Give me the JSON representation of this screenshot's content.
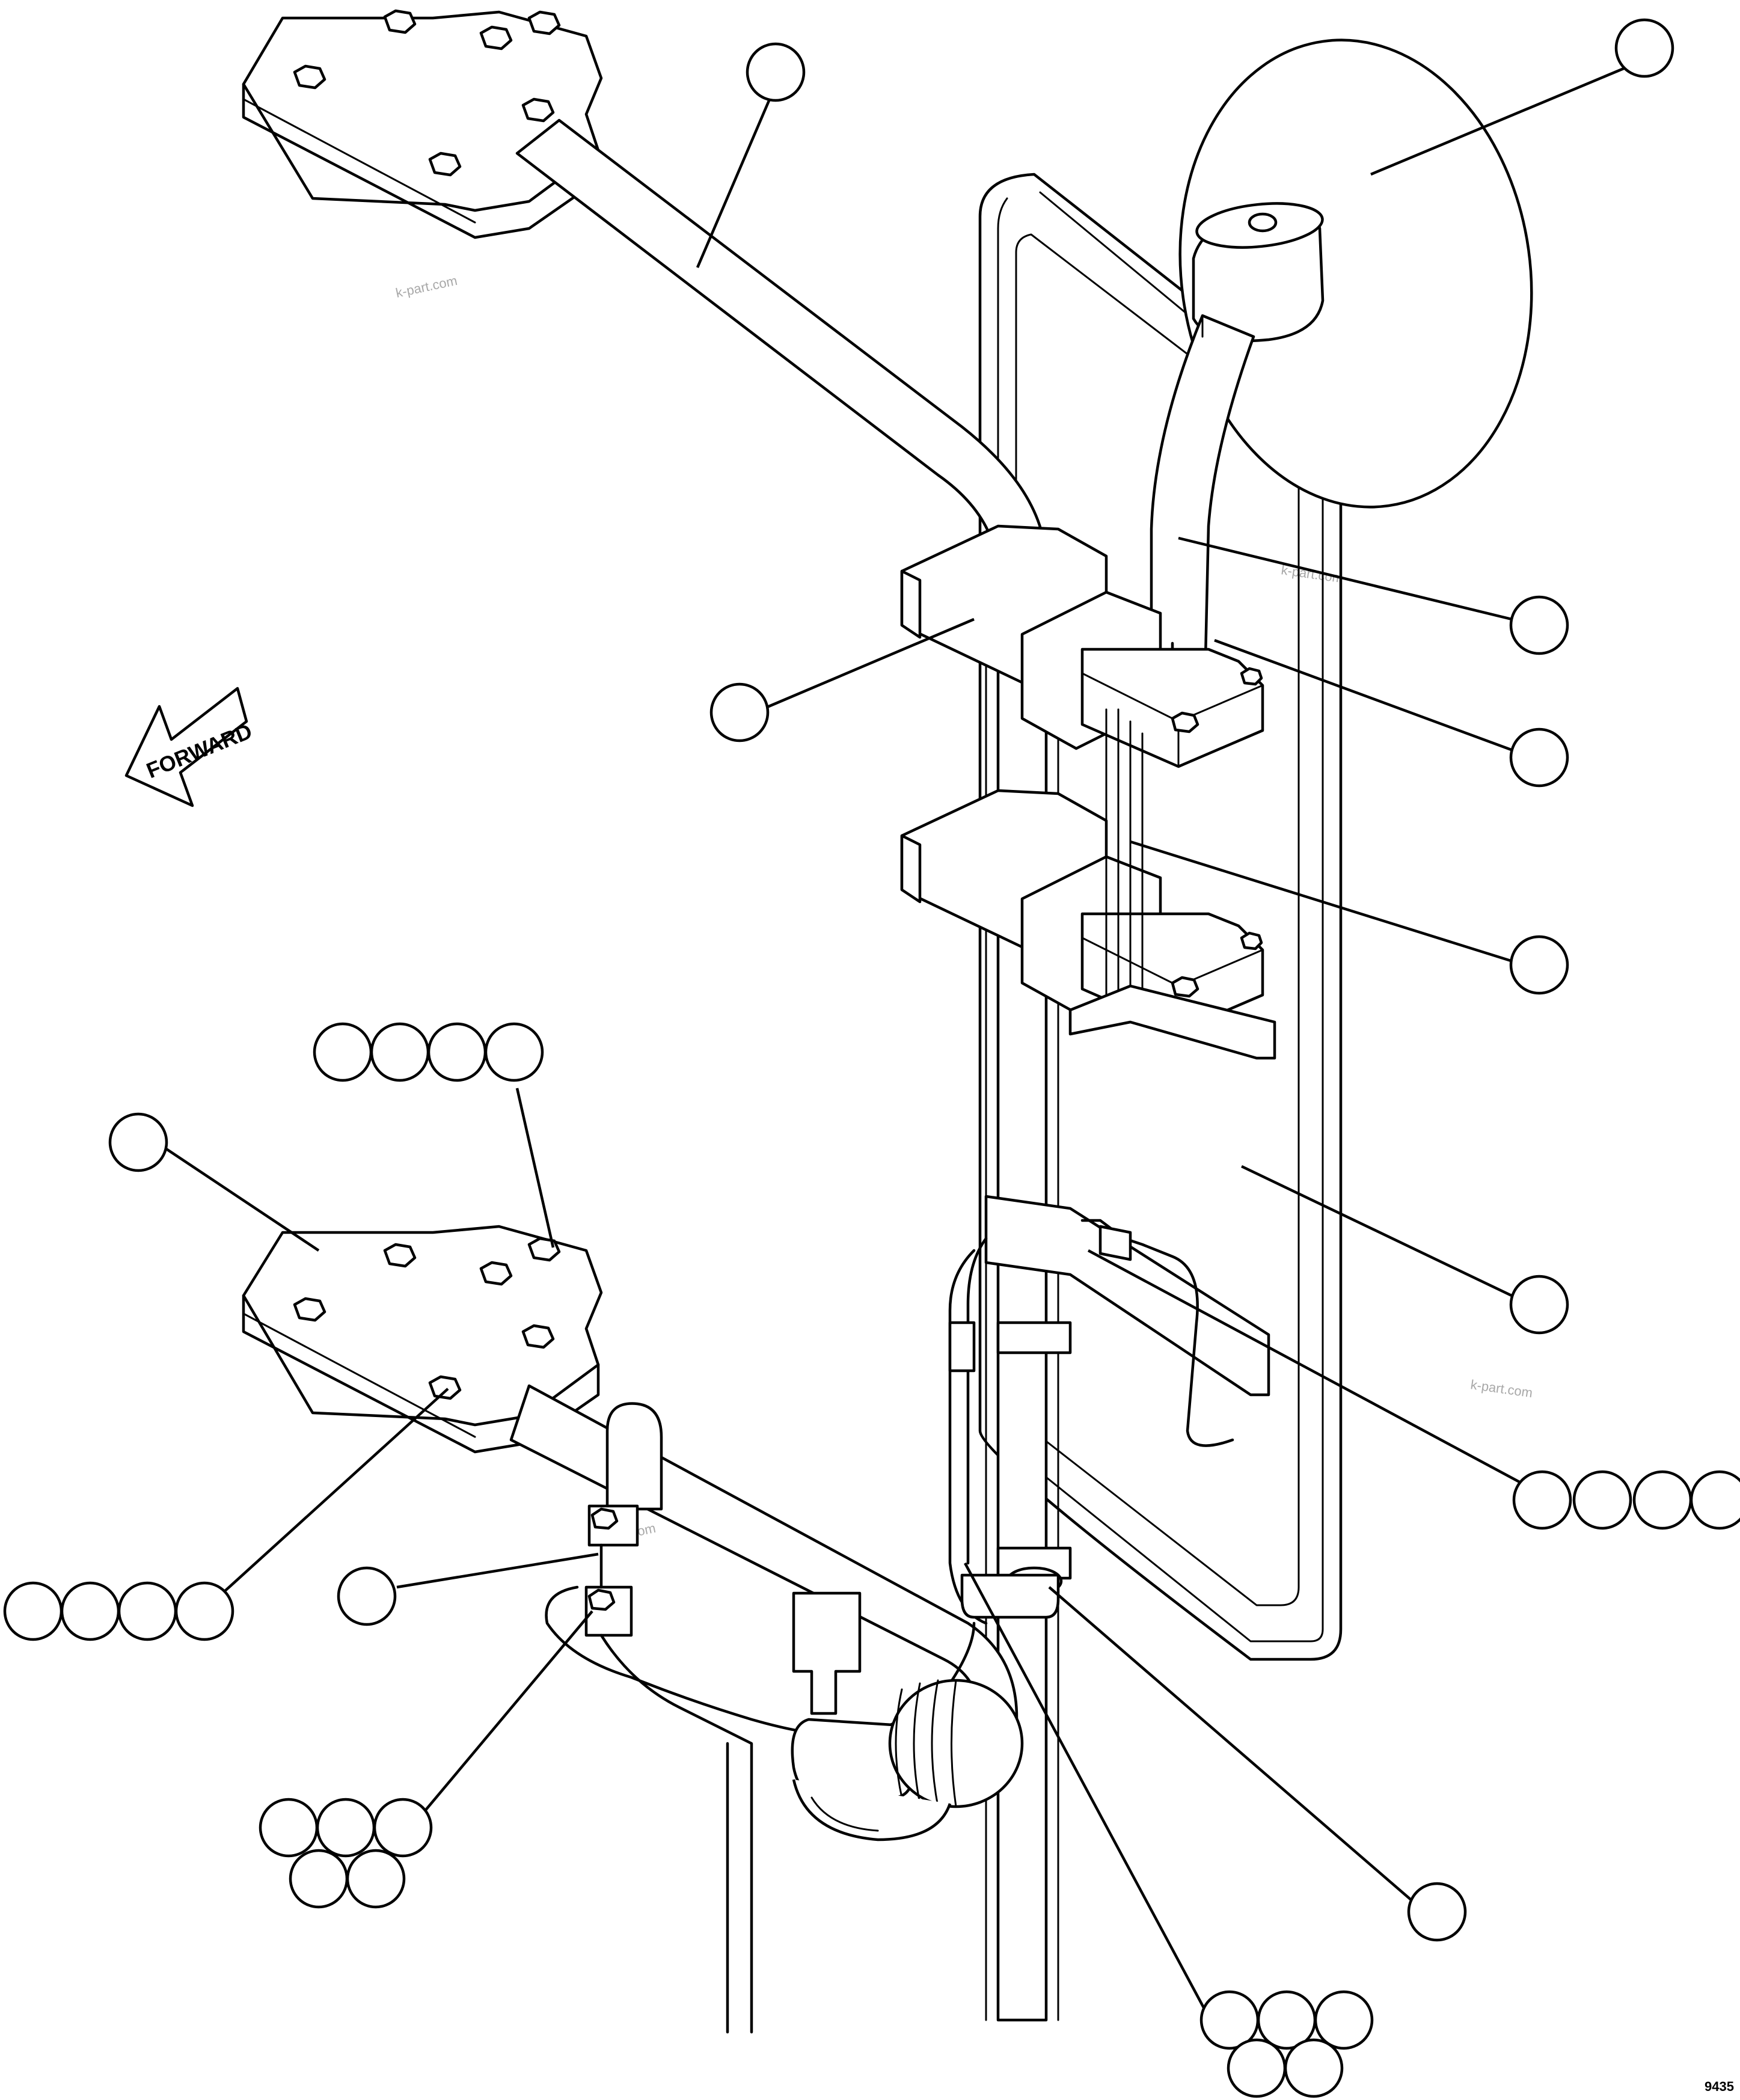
{
  "diagram": {
    "arrow_label": "FORWARD",
    "watermarks": [
      "k-part.com",
      "k-part.com",
      "k-part.com",
      "k-part.com"
    ],
    "figure_code": "9435",
    "colors": {
      "ink": "#000000",
      "paper": "#ffffff",
      "watermark": "#a8a8a8"
    }
  }
}
